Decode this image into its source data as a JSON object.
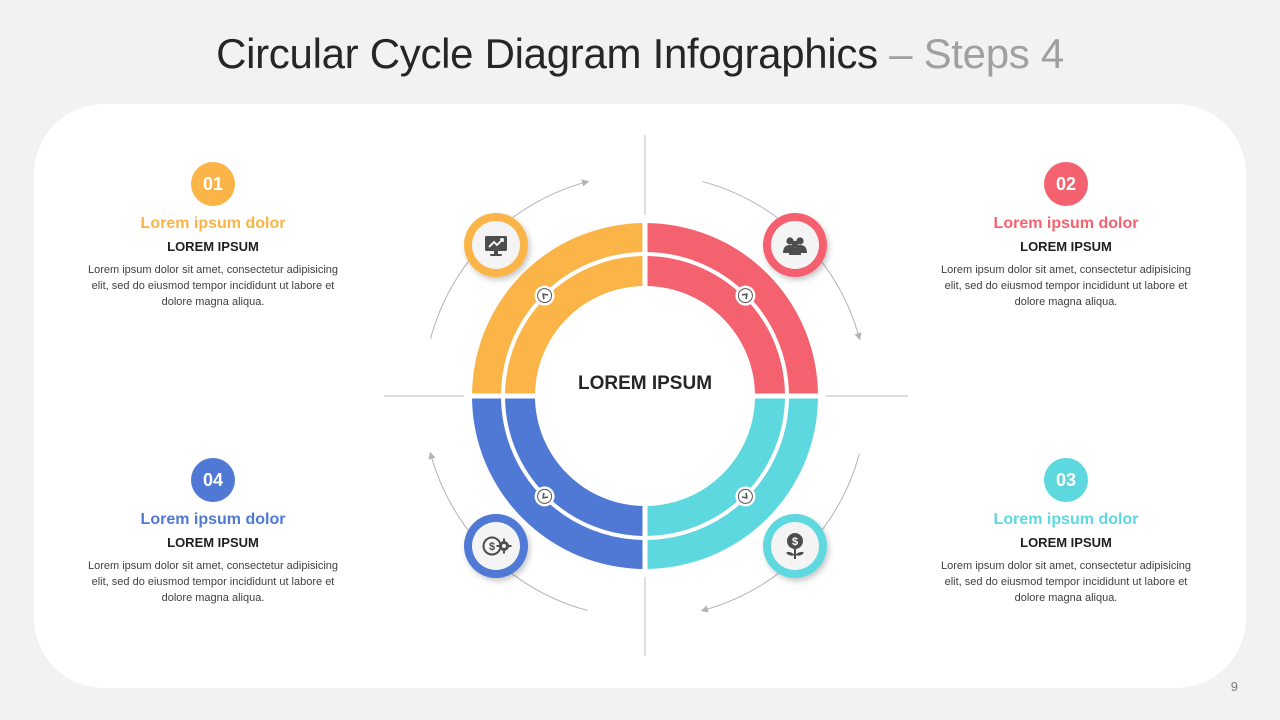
{
  "title": {
    "main": "Circular Cycle Diagram Infographics",
    "separator": " – ",
    "sub": "Steps 4"
  },
  "center_label": "LOREM IPSUM",
  "colors": {
    "step1": "#fbb447",
    "step2": "#f4616f",
    "step3": "#5ed8df",
    "step4": "#4f79d4",
    "icon": "#4d4d4d",
    "guide": "#b3b3b3"
  },
  "steps": [
    {
      "number": "01",
      "heading": "Lorem ipsum dolor",
      "subheading": "LOREM IPSUM",
      "body": "Lorem ipsum dolor sit amet, consectetur adipisicing elit, sed do eiusmod tempor incididunt ut labore et dolore magna aliqua.",
      "icon": "monitor-chart-icon"
    },
    {
      "number": "02",
      "heading": "Lorem ipsum dolor",
      "subheading": "LOREM IPSUM",
      "body": "Lorem ipsum dolor sit amet, consectetur adipisicing elit, sed do eiusmod tempor incididunt ut labore et dolore magna aliqua.",
      "icon": "team-icon"
    },
    {
      "number": "03",
      "heading": "Lorem ipsum dolor",
      "subheading": "LOREM IPSUM",
      "body": "Lorem ipsum dolor sit amet, consectetur adipisicing elit, sed do eiusmod tempor incididunt ut labore et dolore magna aliqua.",
      "icon": "money-plant-icon"
    },
    {
      "number": "04",
      "heading": "Lorem ipsum dolor",
      "subheading": "LOREM IPSUM",
      "body": "Lorem ipsum dolor sit amet, consectetur adipisicing elit, sed do eiusmod tempor incididunt ut labore et dolore magna aliqua.",
      "icon": "dollar-gear-icon"
    }
  ],
  "page_number": "9"
}
